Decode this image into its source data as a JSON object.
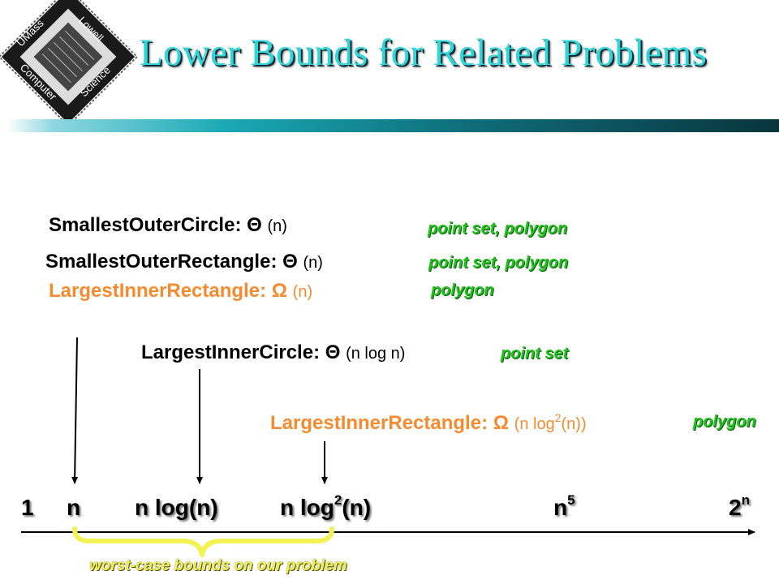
{
  "title": "Lower Bounds for Related Problems",
  "logo": {
    "top_text": "UMass",
    "top_text2": "Lowell",
    "bottom_text": "Computer",
    "bottom_text2": "Science"
  },
  "statements": [
    {
      "name": "SmallestOuterCircle",
      "colon": ":",
      "symbol": "Θ",
      "bound": "(n)",
      "note": "point set, polygon"
    },
    {
      "name": "SmallestOuterRectangle",
      "colon": ":",
      "symbol": "Θ",
      "bound": "(n)",
      "note": "point set, polygon"
    },
    {
      "name": "LargestInnerRectangle",
      "colon": ":",
      "symbol": "Ω",
      "bound": "(n)",
      "note": "polygon"
    },
    {
      "name": "LargestInnerCircle",
      "colon": ":",
      "symbol": "Θ",
      "bound": "(n log n)",
      "note": "point set"
    },
    {
      "name": "LargestInnerRectangle",
      "colon": ":",
      "symbol": "Ω",
      "bound_prefix": "(n log",
      "bound_sup": "2",
      "bound_suffix": "(n))",
      "note": "polygon"
    }
  ],
  "axis": {
    "label_1": "1",
    "label_n": "n",
    "label_nlogn": "n log(n)",
    "label_nlog2n_prefix": "n log",
    "label_nlog2n_sup": "2",
    "label_nlog2n_suffix": "(n)",
    "label_n5_base": "n",
    "label_n5_sup": "5",
    "label_2n_base": "2",
    "label_2n_sup": "n"
  },
  "brace_caption": "worst-case bounds on our problem",
  "colors": {
    "title": "#2fd6d9",
    "orange": "#f58a2e",
    "note_green": "#22c21c",
    "brace_yellow": "#f2f255"
  }
}
